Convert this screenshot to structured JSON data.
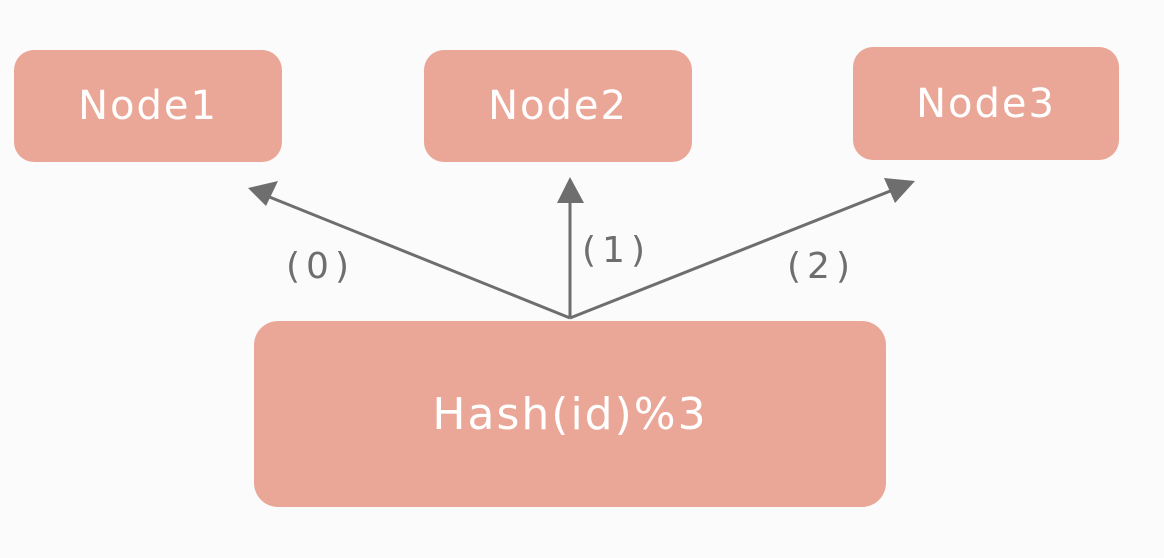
{
  "nodes": [
    {
      "label": "Node1"
    },
    {
      "label": "Node2"
    },
    {
      "label": "Node3"
    }
  ],
  "hash": {
    "label": "Hash(id)%3"
  },
  "edges": [
    {
      "label": "(0)",
      "target": "Node1"
    },
    {
      "label": "(1)",
      "target": "Node2"
    },
    {
      "label": "(2)",
      "target": "Node3"
    }
  ],
  "colors": {
    "box_fill": "#eaa797",
    "box_text": "#ffffff",
    "arrow": "#6e6e6e",
    "background": "#fbfbfb"
  }
}
